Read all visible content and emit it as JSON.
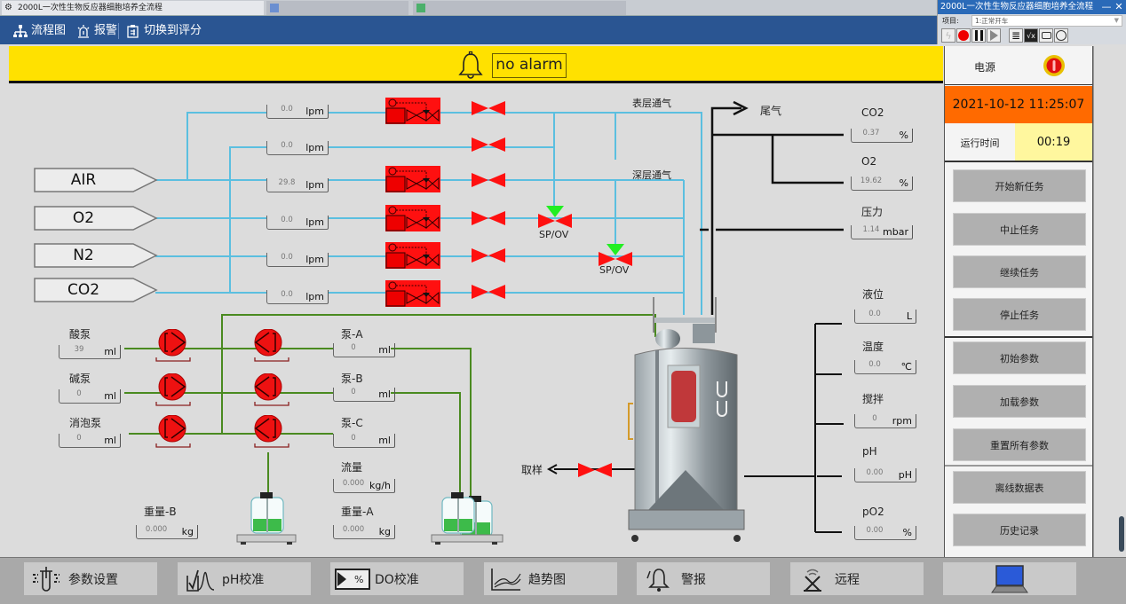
{
  "window": {
    "title": "2000L一次性生物反应器细胞培养全流程",
    "tabs": [
      "2000L一次性生物反应器细胞培养全流程",
      "",
      ""
    ]
  },
  "menu": {
    "items": [
      {
        "label": "流程图",
        "icon": "flowchart-icon"
      },
      {
        "label": "报警",
        "icon": "alarm-light-icon"
      },
      {
        "label": "切换到评分",
        "icon": "clipboard-icon"
      }
    ]
  },
  "control_panel": {
    "title": "2000L一次性生物反应器细胞培养全流程",
    "minimize": "—",
    "close": "✕",
    "project_label": "项目:",
    "project_value": "1:正常开车",
    "toolbar": [
      "lightning-icon",
      "record-icon",
      "pause-icon",
      "play-icon",
      "list-icon",
      "formula-icon",
      "camera-icon",
      "clock-icon"
    ]
  },
  "alarm": {
    "status": "no alarm",
    "bar_color": "#ffe100"
  },
  "gases": {
    "sources": [
      "AIR",
      "O2",
      "N2",
      "CO2"
    ],
    "flows": [
      {
        "value": "0.0",
        "unit": "lpm"
      },
      {
        "value": "0.0",
        "unit": "lpm"
      },
      {
        "value": "29.8",
        "unit": "lpm"
      },
      {
        "value": "0.0",
        "unit": "lpm"
      },
      {
        "value": "0.0",
        "unit": "lpm"
      },
      {
        "value": "0.0",
        "unit": "lpm"
      }
    ],
    "surface_aeration": "表层通气",
    "deep_aeration": "深层通气",
    "spov_label": "SP/OV",
    "exhaust": "尾气",
    "pipe_color": "#5bbfe0",
    "valve_color": "#ff1010"
  },
  "exhaust_analyzers": [
    {
      "label": "CO2",
      "value": "0.37",
      "unit": "%"
    },
    {
      "label": "O2",
      "value": "19.62",
      "unit": "%"
    },
    {
      "label": "压力",
      "value": "1.14",
      "unit": "mbar"
    }
  ],
  "pumps_left": [
    {
      "label": "酸泵",
      "value": "39",
      "unit": "ml"
    },
    {
      "label": "碱泵",
      "value": "0",
      "unit": "ml"
    },
    {
      "label": "消泡泵",
      "value": "0",
      "unit": "ml"
    }
  ],
  "pumps_right": [
    {
      "label": "泵-A",
      "value": "0",
      "unit": "ml"
    },
    {
      "label": "泵-B",
      "value": "0",
      "unit": "ml"
    },
    {
      "label": "泵-C",
      "value": "0",
      "unit": "ml"
    }
  ],
  "flow": {
    "label": "流量",
    "value": "0.000",
    "unit": "kg/h"
  },
  "weight_a": {
    "label": "重量-A",
    "value": "0.000",
    "unit": "kg"
  },
  "weight_b": {
    "label": "重量-B",
    "value": "0.000",
    "unit": "kg"
  },
  "sampling": {
    "label": "取样"
  },
  "reactor_readings": [
    {
      "label": "液位",
      "value": "0.0",
      "unit": "L"
    },
    {
      "label": "温度",
      "value": "0.0",
      "unit": "℃"
    },
    {
      "label": "搅拌",
      "value": "0",
      "unit": "rpm"
    },
    {
      "label": "pH",
      "value": "0.00",
      "unit": "pH"
    },
    {
      "label": "pO2",
      "value": "0.00",
      "unit": "%"
    }
  ],
  "side": {
    "power_label": "电源",
    "datetime": "2021-10-12 11:25:07",
    "runtime_label": "运行时间",
    "runtime_value": "00:19",
    "task_buttons": [
      "开始新任务",
      "中止任务",
      "继续任务",
      "停止任务"
    ],
    "param_buttons": [
      "初始参数",
      "加载参数",
      "重置所有参数"
    ],
    "data_buttons": [
      "离线数据表",
      "历史记录"
    ]
  },
  "bottom": {
    "buttons": [
      {
        "label": "参数设置",
        "icon": "probe-settings-icon"
      },
      {
        "label": "pH校准",
        "icon": "ph-calibration-icon"
      },
      {
        "label": "DO校准",
        "icon": "do-calibration-icon"
      },
      {
        "label": "趋势图",
        "icon": "trend-chart-icon"
      },
      {
        "label": "警报",
        "icon": "bell-icon"
      },
      {
        "label": "远程",
        "icon": "remote-antenna-icon"
      },
      {
        "label": "",
        "icon": "laptop-icon"
      }
    ]
  }
}
